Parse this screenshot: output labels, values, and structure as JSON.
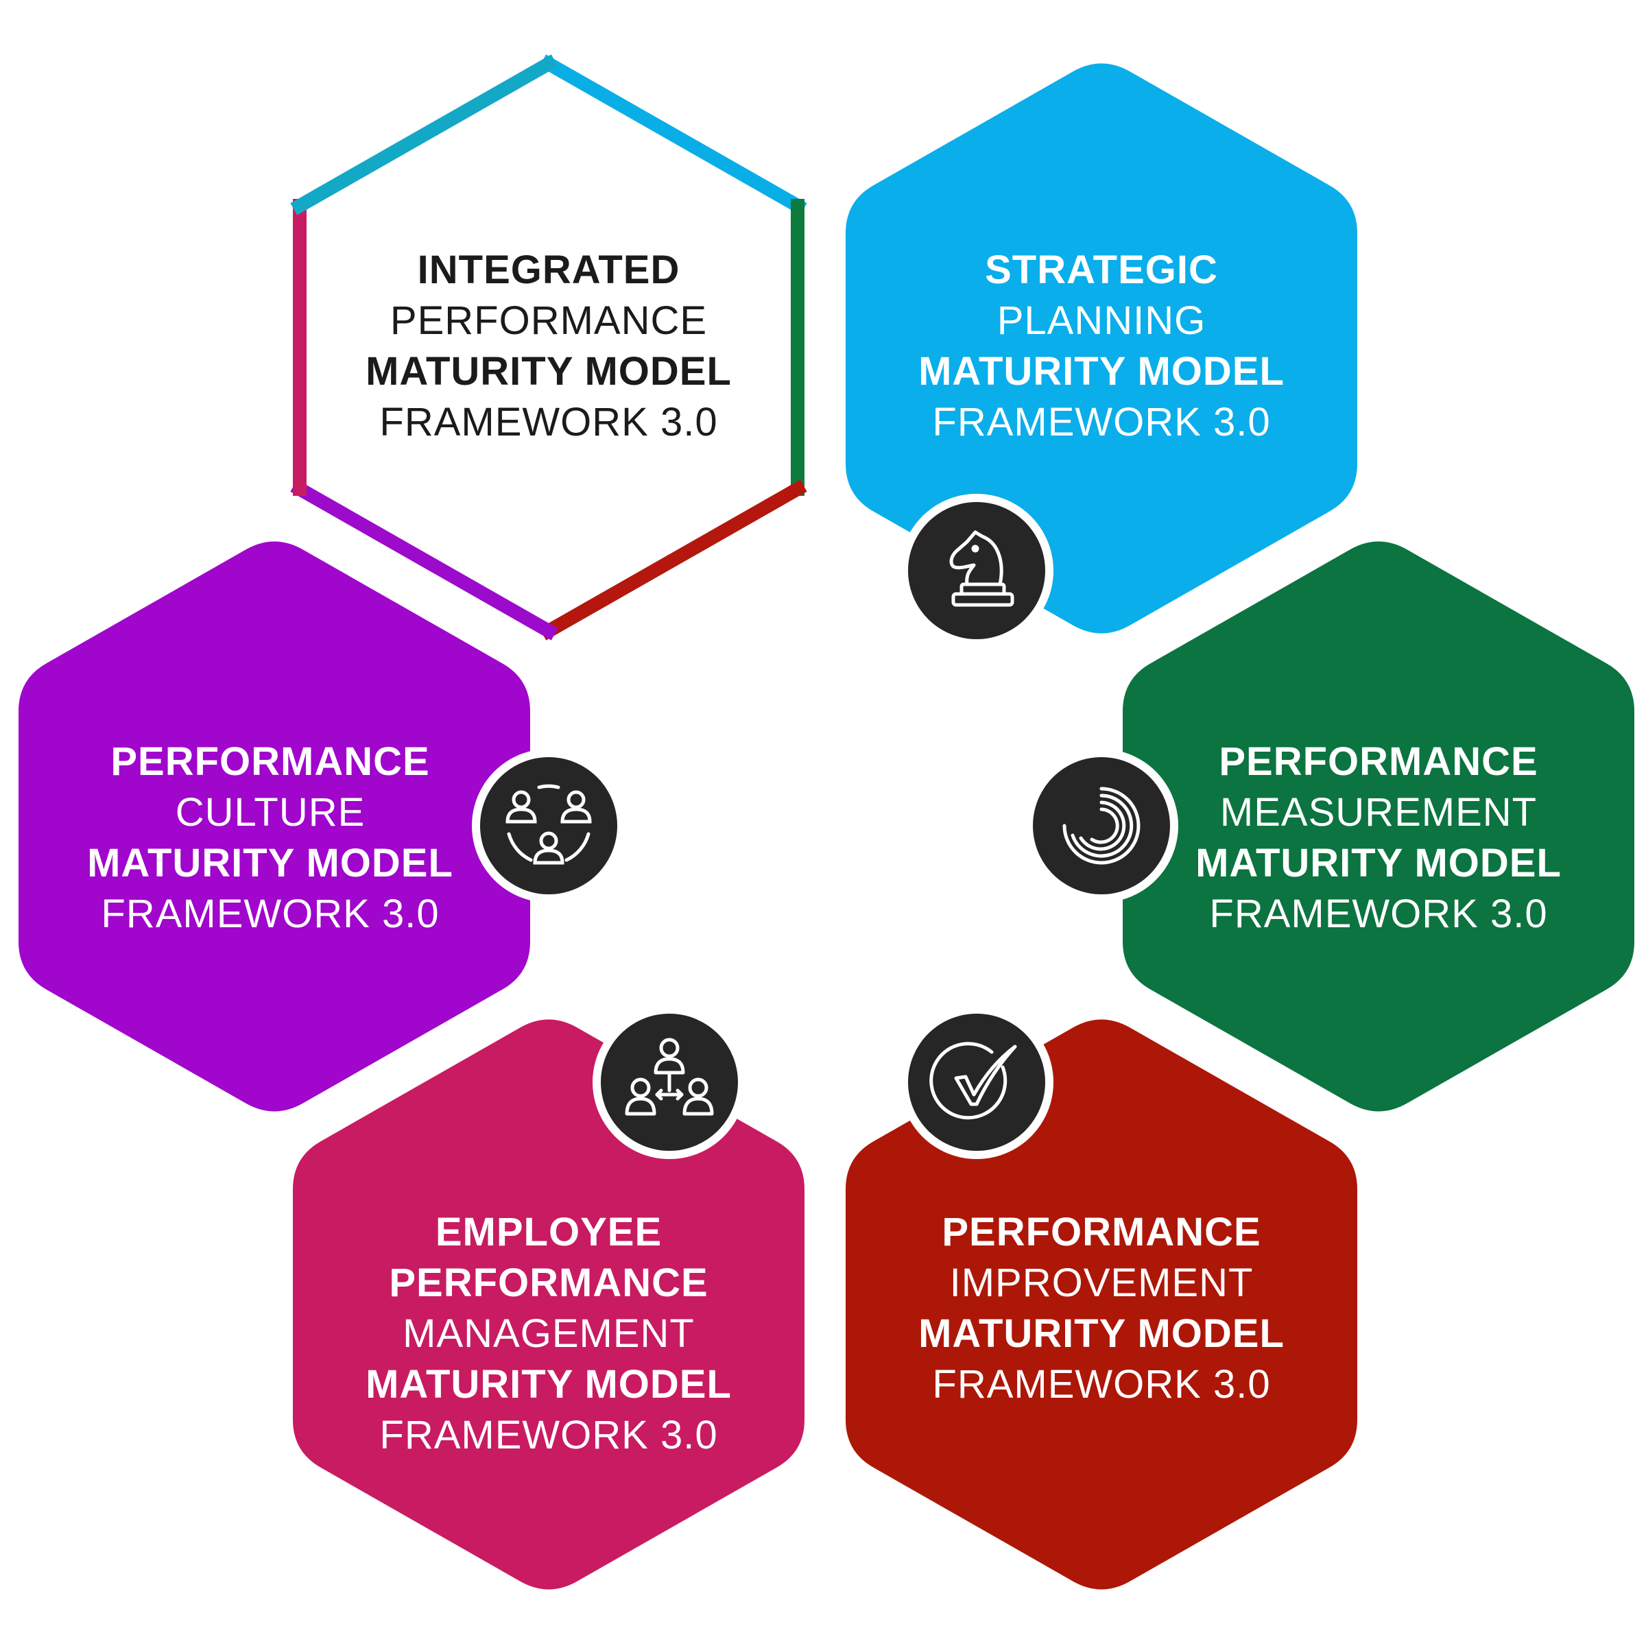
{
  "colors": {
    "integrated_edges": [
      "#13a9c6",
      "#0aaee6",
      "#0d7a3e",
      "#b4170d",
      "#9c0bcb",
      "#c81c62"
    ],
    "strategic": "#0aaeea",
    "culture": "#a006cc",
    "measurement": "#0b7440",
    "employee": "#c81b62",
    "improvement": "#ad1708",
    "icon_disc": "#262626"
  },
  "hexagons": {
    "integrated": {
      "lines": [
        "INTEGRATED",
        "PERFORMANCE",
        "MATURITY MODEL",
        "FRAMEWORK 3.0"
      ]
    },
    "strategic": {
      "lines": [
        "STRATEGIC",
        "PLANNING",
        "MATURITY MODEL",
        "FRAMEWORK 3.0"
      ],
      "icon": "chess-knight-icon"
    },
    "culture": {
      "lines": [
        "PERFORMANCE",
        "CULTURE",
        "MATURITY MODEL",
        "FRAMEWORK 3.0"
      ],
      "icon": "people-circle-icon"
    },
    "measurement": {
      "lines": [
        "PERFORMANCE",
        "MEASUREMENT",
        "MATURITY MODEL",
        "FRAMEWORK 3.0"
      ],
      "icon": "gauge-arcs-icon"
    },
    "employee": {
      "lines": [
        "EMPLOYEE",
        "PERFORMANCE",
        "MANAGEMENT",
        "MATURITY MODEL",
        "FRAMEWORK 3.0"
      ],
      "icon": "team-hierarchy-icon"
    },
    "improvement": {
      "lines": [
        "PERFORMANCE",
        "IMPROVEMENT",
        "MATURITY MODEL",
        "FRAMEWORK 3.0"
      ],
      "icon": "check-circle-icon"
    }
  }
}
